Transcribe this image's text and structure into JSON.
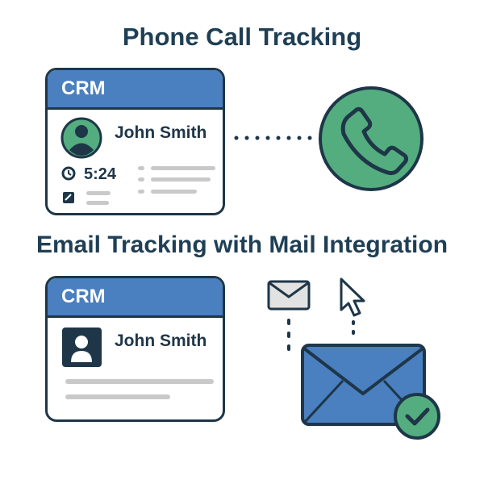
{
  "phone_section": {
    "title": "Phone Call Tracking",
    "card": {
      "header": "CRM",
      "contact_name": "John Smith",
      "call_duration": "5:24"
    }
  },
  "email_section": {
    "title": "Email Tracking with Mail Integration",
    "card": {
      "header": "CRM",
      "contact_name": "John Smith"
    }
  },
  "colors": {
    "crm_header": "#4a7fc0",
    "phone_circle": "#53ad7e",
    "envelope": "#4a7fc0",
    "outline": "#1e3648",
    "check_badge": "#53ad7e"
  },
  "icons": [
    "avatar-icon",
    "clock-icon",
    "note-icon",
    "phone-icon",
    "contact-card-icon",
    "small-envelope-icon",
    "mouse-cursor-icon",
    "envelope-icon",
    "check-icon"
  ]
}
